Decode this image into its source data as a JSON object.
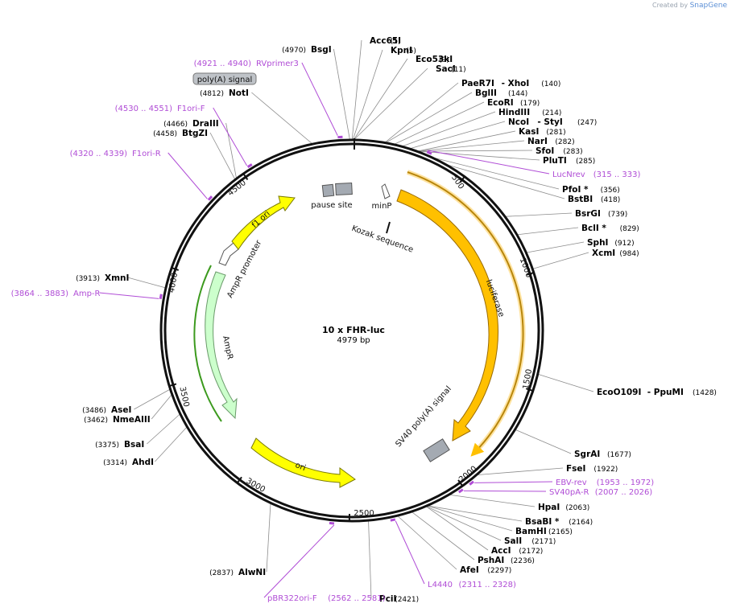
{
  "credit": {
    "prefix": "Created by",
    "brand": "SnapGene"
  },
  "plasmid": {
    "name": "10 x FHR-luc",
    "length": "4979 bp",
    "total_bp": 4979
  },
  "ticks": [
    "500",
    "1000",
    "1500",
    "2000",
    "2500",
    "3000",
    "3500",
    "4000",
    "4500"
  ],
  "colors": {
    "yellow": "#ffff00",
    "orange": "#ffc000",
    "green_light": "#ccffcc",
    "gray": "#a4aab2",
    "primer": "#b04dd6",
    "line": "#8c8c8c",
    "dark_green": "#3c9a1e",
    "dark_orange": "#b8860b"
  },
  "enzymes_right": [
    {
      "name": "Acc65I",
      "pos": "(1)"
    },
    {
      "name": "KpnI",
      "pos": "(5)"
    },
    {
      "name": "Eco53kI",
      "pos": "(9)"
    },
    {
      "name": "SacI",
      "pos": "(11)"
    },
    {
      "name": "PaeR7I",
      "pos": "(140)",
      "name2": "- XhoI"
    },
    {
      "name": "BglII",
      "pos": "(144)"
    },
    {
      "name": "EcoRI",
      "pos": "(179)"
    },
    {
      "name": "HindIII",
      "pos": "(214)"
    },
    {
      "name": "NcoI",
      "pos": "(247)",
      "name2": "- StyI"
    },
    {
      "name": "KasI",
      "pos": "(281)"
    },
    {
      "name": "NarI",
      "pos": "(282)"
    },
    {
      "name": "SfoI",
      "pos": "(283)"
    },
    {
      "name": "PluTI",
      "pos": "(285)"
    },
    {
      "name": "PfoI *",
      "pos": "(356)"
    },
    {
      "name": "BstBI",
      "pos": "(418)"
    },
    {
      "name": "BsrGI",
      "pos": "(739)"
    },
    {
      "name": "BclI *",
      "pos": "(829)"
    },
    {
      "name": "SphI",
      "pos": "(912)"
    },
    {
      "name": "XcmI",
      "pos": "(984)"
    },
    {
      "name": "EcoO109I",
      "pos": "(1428)",
      "name2": "- PpuMI"
    },
    {
      "name": "SgrAI",
      "pos": "(1677)"
    },
    {
      "name": "FseI",
      "pos": "(1922)"
    },
    {
      "name": "HpaI",
      "pos": "(2063)"
    },
    {
      "name": "BsaBI *",
      "pos": "(2164)"
    },
    {
      "name": "BamHI",
      "pos": "(2165)"
    },
    {
      "name": "SalI",
      "pos": "(2171)"
    },
    {
      "name": "AccI",
      "pos": "(2172)"
    },
    {
      "name": "PshAI",
      "pos": "(2236)"
    },
    {
      "name": "AfeI",
      "pos": "(2297)"
    },
    {
      "name": "PciI",
      "pos": "(2421)"
    }
  ],
  "enzymes_left": [
    {
      "name": "BsgI",
      "pos": "(4970)"
    },
    {
      "name": "NotI",
      "pos": "(4812)"
    },
    {
      "name": "DraIII",
      "pos": "(4466)"
    },
    {
      "name": "BtgZI",
      "pos": "(4458)"
    },
    {
      "name": "XmnI",
      "pos": "(3913)"
    },
    {
      "name": "AseI",
      "pos": "(3486)"
    },
    {
      "name": "NmeAIII",
      "pos": "(3462)"
    },
    {
      "name": "BsaI",
      "pos": "(3375)"
    },
    {
      "name": "AhdI",
      "pos": "(3314)"
    },
    {
      "name": "AlwNI",
      "pos": "(2837)"
    }
  ],
  "primers": [
    {
      "name": "RVprimer3",
      "range": "(4921 .. 4940)"
    },
    {
      "name": "F1ori-F",
      "range": "(4530 .. 4551)"
    },
    {
      "name": "F1ori-R",
      "range": "(4320 .. 4339)"
    },
    {
      "name": "Amp-R",
      "range": "(3864 .. 3883)"
    },
    {
      "name": "LucNrev",
      "range": "(315 .. 333)"
    },
    {
      "name": "EBV-rev",
      "range": "(1953 .. 1972)"
    },
    {
      "name": "SV40pA-R",
      "range": "(2007 .. 2026)"
    },
    {
      "name": "L4440",
      "range": "(2311 .. 2328)"
    },
    {
      "name": "pBR322ori-F",
      "range": "(2562 .. 2581)"
    }
  ],
  "features": {
    "polyA_signal": "poly(A) signal",
    "pause_site": "pause site",
    "minP": "minP",
    "kozak": "Kozak sequence",
    "luciferase": "luciferase",
    "sv40": "SV40 poly(A) signal",
    "ori": "ori",
    "ampR": "AmpR",
    "ampR_promoter": "AmpR promoter",
    "f1_ori": "f1 ori"
  }
}
